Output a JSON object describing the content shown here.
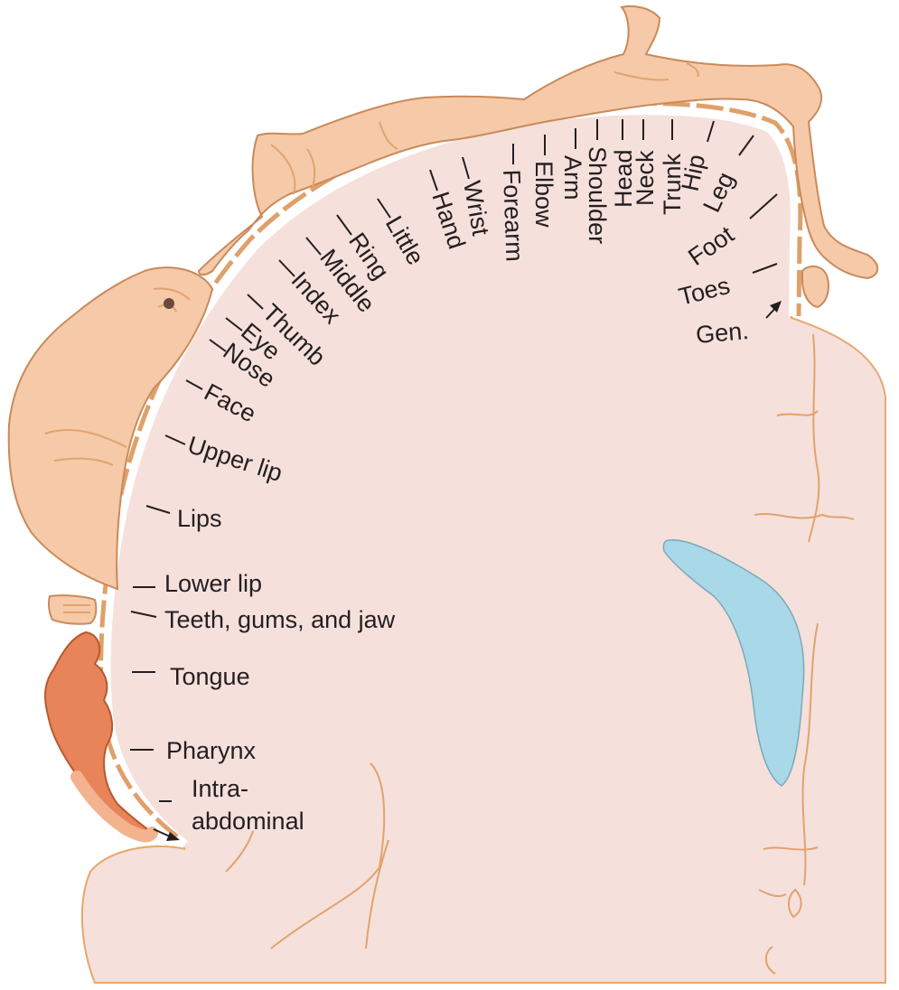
{
  "colors": {
    "cortex": "#f6e0dc",
    "outline": "#e7a86e",
    "strip": "#dfa06a",
    "body": "#f6c9a8",
    "tongue": "#e8845a",
    "ventricle": "#a9d9e8",
    "text": "#231f20"
  },
  "labels": {
    "toes": "Toes",
    "gen": "Gen.",
    "foot": "Foot",
    "leg": "Leg",
    "hip": "Hip",
    "trunk": "Trunk",
    "neck": "Neck",
    "head": "Head",
    "shoulder": "Shoulder",
    "arm": "Arm",
    "elbow": "Elbow",
    "forearm": "Forearm",
    "wrist": "Wrist",
    "hand": "Hand",
    "little": "Little",
    "ring": "Ring",
    "middle": "Middle",
    "index": "Index",
    "thumb": "Thumb",
    "eye": "Eye",
    "nose": "Nose",
    "face": "Face",
    "upper_lip": "Upper lip",
    "lips": "Lips",
    "lower_lip": "Lower lip",
    "teeth": "Teeth, gums, and jaw",
    "tongue": "Tongue",
    "pharynx": "Pharynx",
    "intra_1": "Intra-",
    "intra_2": "abdominal"
  },
  "icons": {
    "body_figure": "homunculus-body-icon",
    "face": "face-icon",
    "teeth": "teeth-icon",
    "tongue": "tongue-icon",
    "ventricle": "lateral-ventricle-icon"
  }
}
